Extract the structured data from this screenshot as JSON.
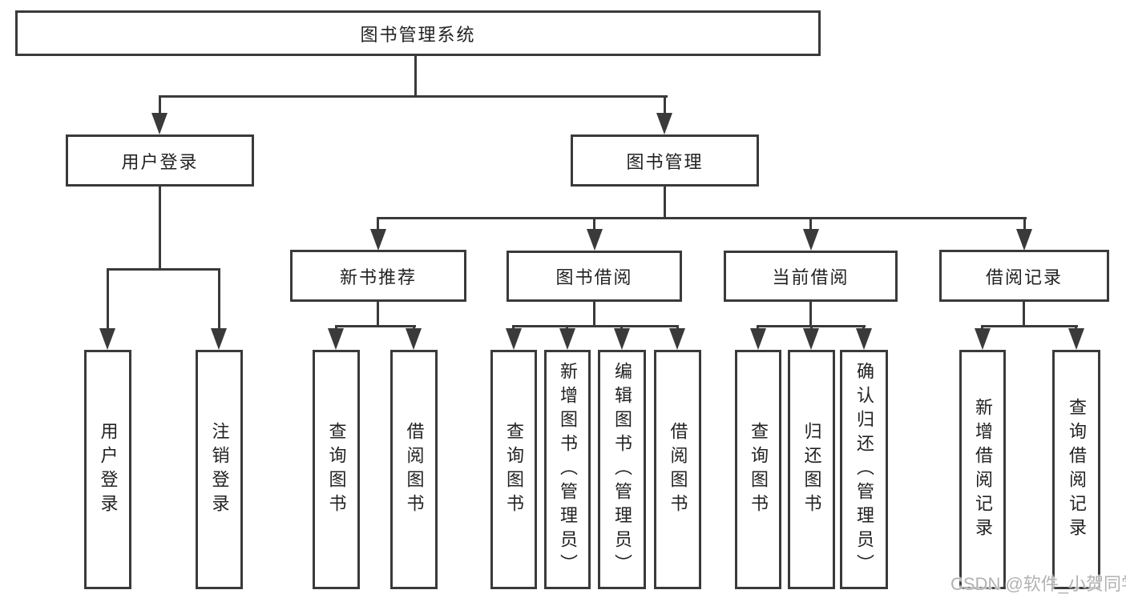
{
  "colors": {
    "line": "#3a3a3a",
    "text": "#222222",
    "background": "#ffffff",
    "watermark": "#b2b2b2"
  },
  "watermark": {
    "text": "CSDN @软件_小贺同学"
  },
  "tree": {
    "root": {
      "label": "图书管理系统",
      "children": [
        {
          "label": "用户登录",
          "children": [
            {
              "label": "用户登录"
            },
            {
              "label": "注销登录"
            }
          ]
        },
        {
          "label": "图书管理",
          "children": [
            {
              "label": "新书推荐",
              "children": [
                {
                  "label": "查询图书"
                },
                {
                  "label": "借阅图书"
                }
              ]
            },
            {
              "label": "图书借阅",
              "children": [
                {
                  "label": "查询图书"
                },
                {
                  "label": "新增图书（管理员）"
                },
                {
                  "label": "编辑图书（管理员）"
                },
                {
                  "label": "借阅图书"
                }
              ]
            },
            {
              "label": "当前借阅",
              "children": [
                {
                  "label": "查询图书"
                },
                {
                  "label": "归还图书"
                },
                {
                  "label": "确认归还（管理员）"
                }
              ]
            },
            {
              "label": "借阅记录",
              "children": [
                {
                  "label": "新增借阅记录"
                },
                {
                  "label": "查询借阅记录"
                }
              ]
            }
          ]
        }
      ]
    }
  }
}
